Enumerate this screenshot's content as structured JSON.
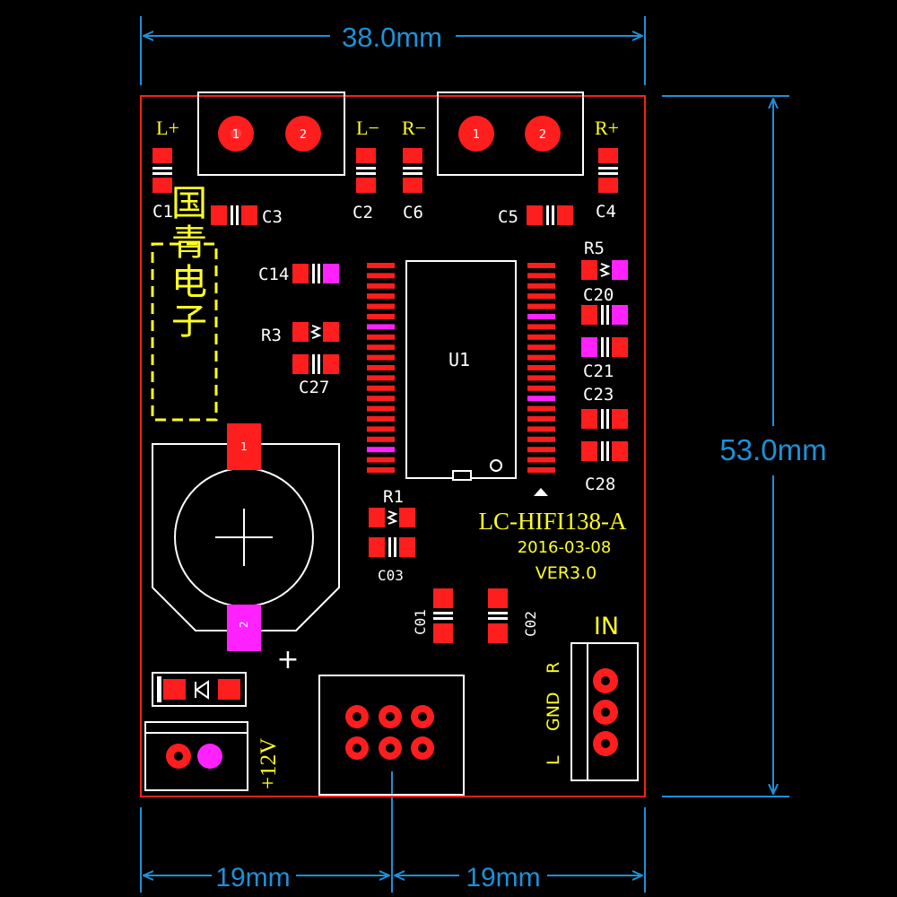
{
  "colors": {
    "background": "#000000",
    "board_outline": "#ff1e1e",
    "pad": "#ff1e1e",
    "pad_alt": "#ff22ff",
    "silkscreen": "#ffffff",
    "label_yellow": "#ffff22",
    "dimension": "#1e90d8"
  },
  "dimensions": {
    "width": "38.0mm",
    "height": "53.0mm",
    "bottom_left": "19mm",
    "bottom_right": "19mm"
  },
  "board": {
    "name": "LC-HIFI138-A",
    "date": "2016-03-08",
    "version": "VER3.0",
    "logo_text": "国青电子"
  },
  "connectors": {
    "left_speaker": {
      "plus": "L+",
      "minus": "L−",
      "pin1": "1",
      "pin2": "2"
    },
    "right_speaker": {
      "minus": "R−",
      "plus": "R+",
      "pin1": "1",
      "pin2": "2"
    },
    "input": {
      "title": "IN",
      "r": "R",
      "gnd": "GND",
      "l": "L"
    },
    "power": {
      "label": "+12V"
    },
    "pot": {
      "pin1": "1",
      "pin2": "2",
      "plus": "+"
    }
  },
  "components": {
    "C1": "C1",
    "C2": "C2",
    "C3": "C3",
    "C4": "C4",
    "C5": "C5",
    "C6": "C6",
    "C14": "C14",
    "R3": "R3",
    "C27": "C27",
    "U1": "U1",
    "R5": "R5",
    "C20": "C20",
    "C21": "C21",
    "C23": "C23",
    "C28": "C28",
    "R1": "R1",
    "C03": "C03",
    "C01": "C01",
    "C02": "C02"
  }
}
